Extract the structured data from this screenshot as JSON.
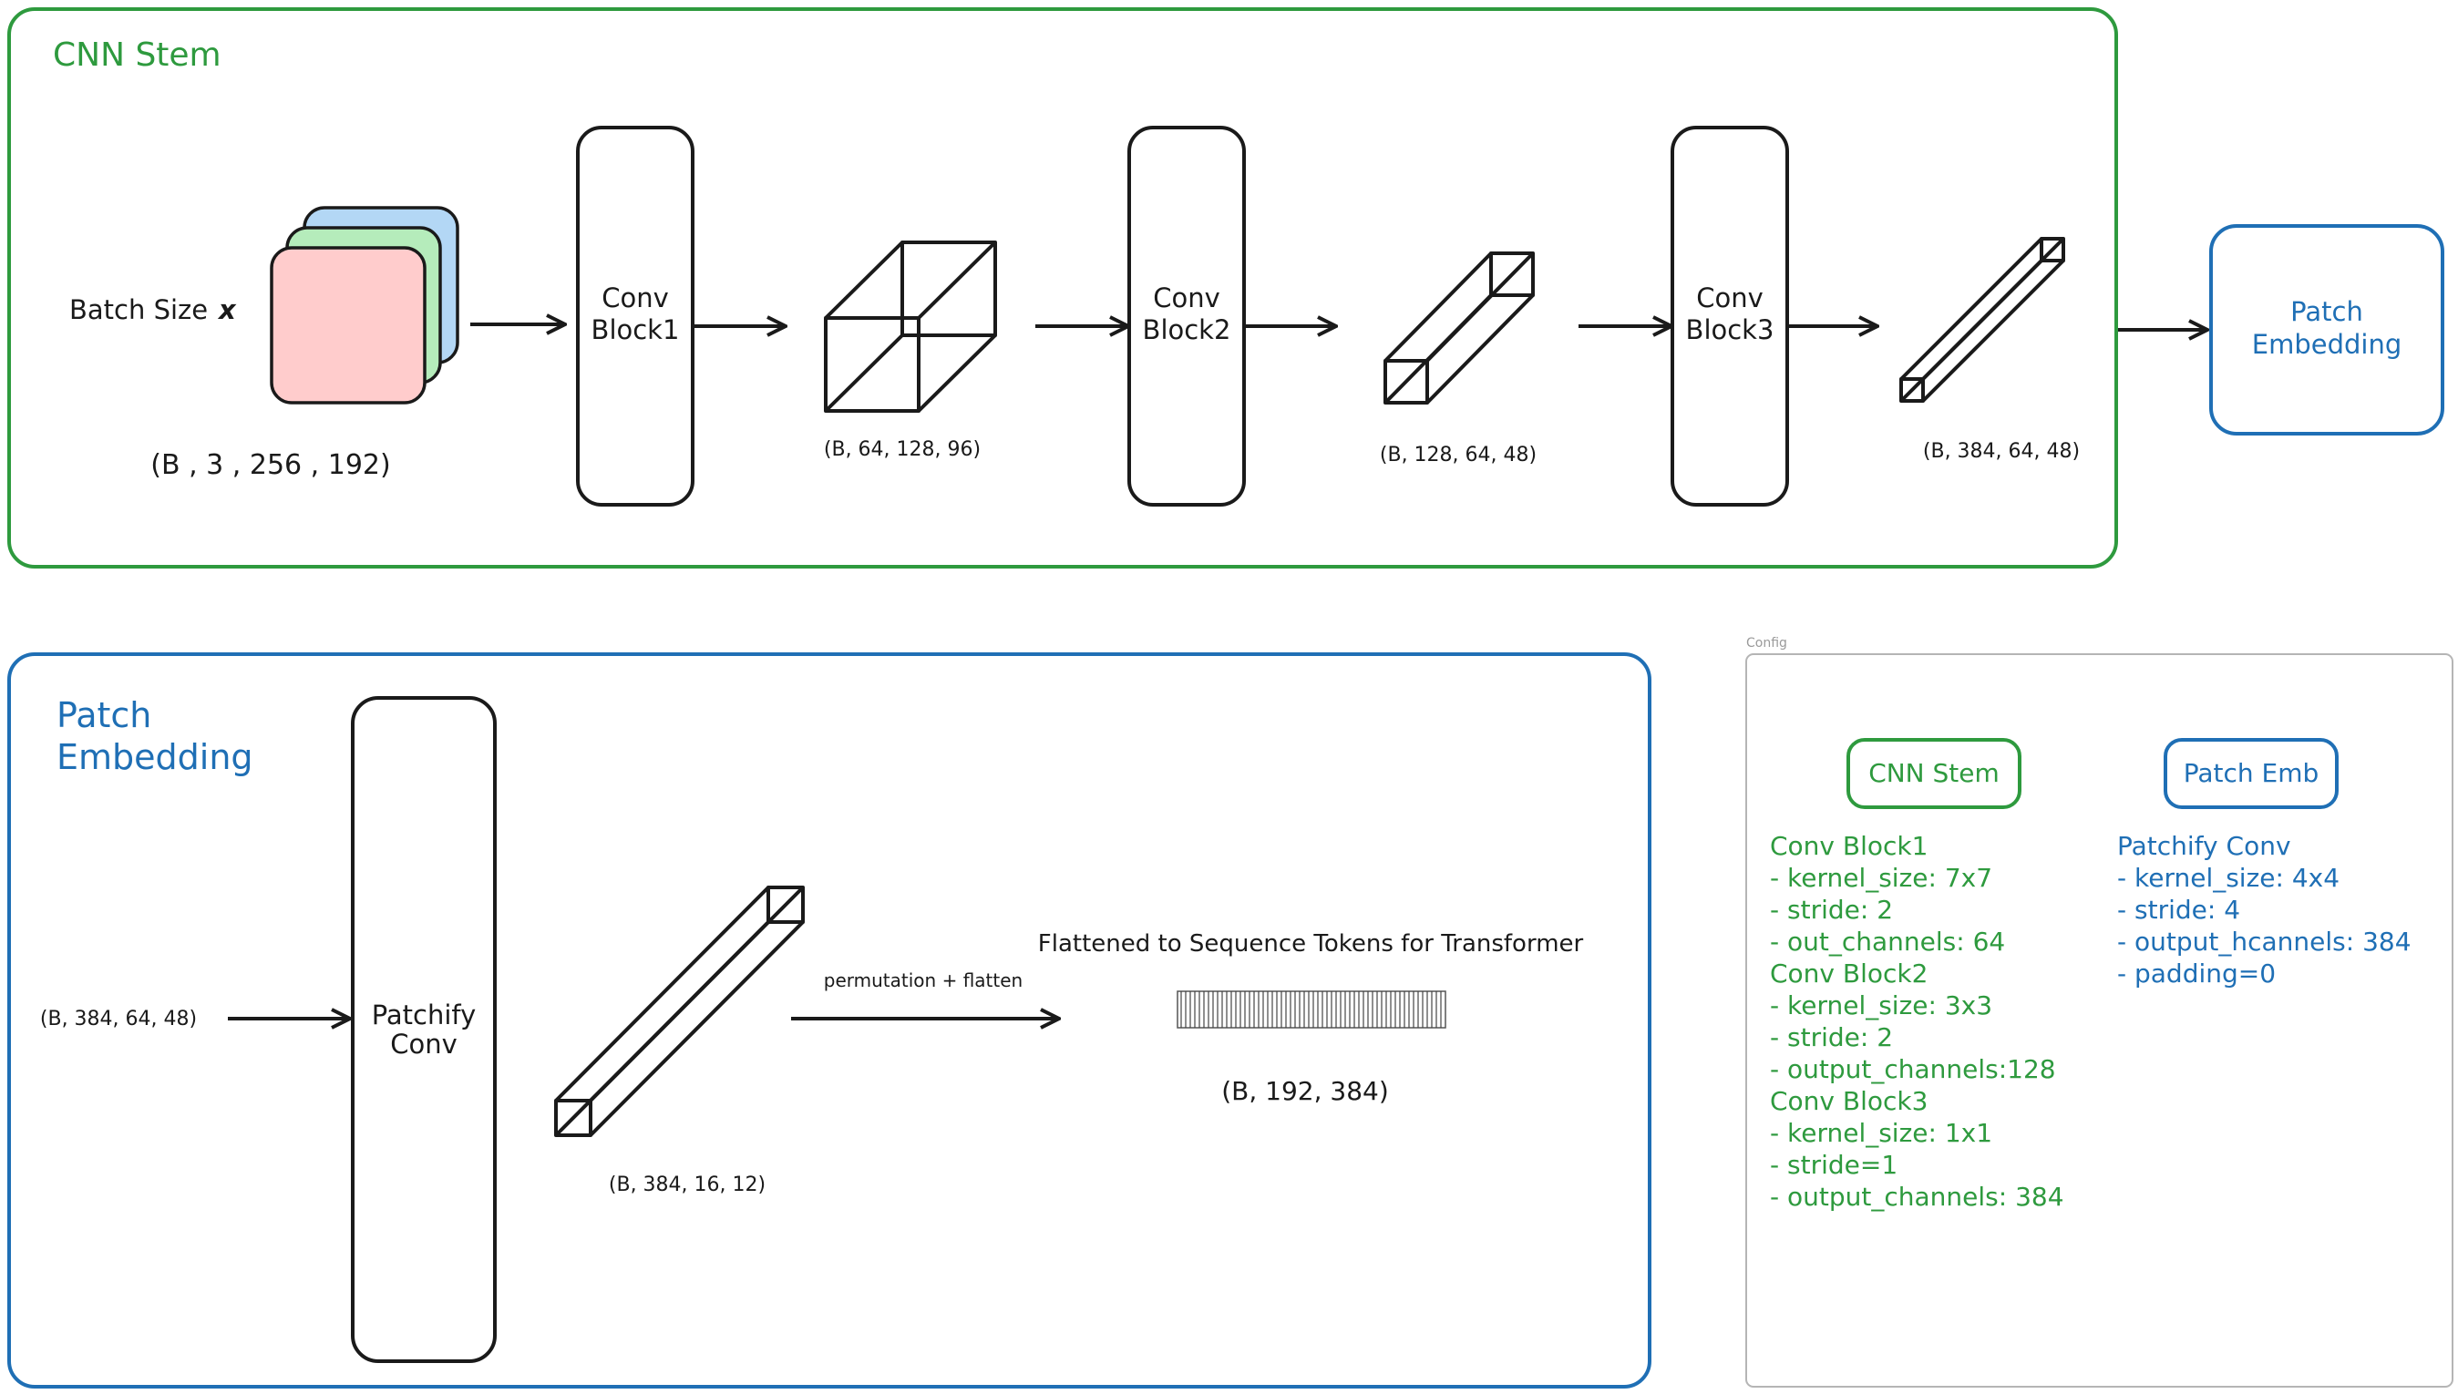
{
  "stem": {
    "title": "CNN Stem",
    "input_label": "Batch Size",
    "input_mark": "x",
    "input_shape": "(B ,  3 ,  256 ,  192)",
    "block1": [
      "Conv",
      "Block1"
    ],
    "shape1": "(B, 64, 128, 96)",
    "block2": [
      "Conv",
      "Block2"
    ],
    "shape2": "(B, 128, 64, 48)",
    "block3": [
      "Conv",
      "Block3"
    ],
    "shape3": "(B, 384, 64, 48)",
    "next": [
      "Patch",
      "Embedding"
    ],
    "image_colors": {
      "back": "#b3d7f5",
      "middle": "#b5ecbb",
      "front": "#ffcccc"
    }
  },
  "patch": {
    "title": [
      "Patch",
      "Embedding"
    ],
    "input_shape": "(B, 384, 64, 48)",
    "block": [
      "Patchify",
      "Conv"
    ],
    "shape_out": "(B, 384, 16, 12)",
    "arrow_label": "permutation + flatten",
    "tokens_title": "Flattened to Sequence Tokens for Transformer",
    "tokens_shape": "(B, 192, 384)"
  },
  "config": {
    "caption": "Config",
    "stem_badge": "CNN Stem",
    "patch_badge": "Patch Emb",
    "stem_lines": [
      "Conv Block1",
      "- kernel_size: 7x7",
      "- stride: 2",
      "- out_channels: 64",
      "Conv Block2",
      "- kernel_size: 3x3",
      "- stride: 2",
      "- output_channels:128",
      "Conv Block3",
      "- kernel_size: 1x1",
      "- stride=1",
      "- output_channels: 384"
    ],
    "patch_lines": [
      "Patchify Conv",
      "- kernel_size: 4x4",
      "- stride: 4",
      "- output_hcannels: 384",
      "- padding=0"
    ]
  },
  "colors": {
    "green": "#2e9a3e",
    "blue": "#1f6fb5",
    "dark": "#1a1a1a",
    "grey": "#b5b5b5"
  }
}
